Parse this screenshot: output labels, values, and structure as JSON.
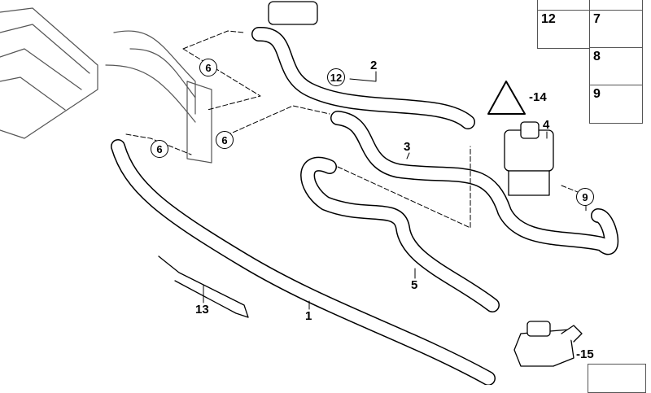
{
  "diagram": {
    "callouts": [
      {
        "id": "label-1",
        "text": "1"
      },
      {
        "id": "label-2",
        "text": "2"
      },
      {
        "id": "label-3",
        "text": "3"
      },
      {
        "id": "label-4",
        "text": "4"
      },
      {
        "id": "label-5",
        "text": "5"
      },
      {
        "id": "label-13",
        "text": "13"
      },
      {
        "id": "label-14",
        "text": "-14"
      },
      {
        "id": "label-15",
        "text": "-15"
      }
    ],
    "circled": {
      "c12": "12",
      "c6a": "6",
      "c6b": "6",
      "c6c": "6",
      "c9": "9"
    },
    "parts_table": [
      {
        "number": "12"
      },
      {
        "number": "7"
      },
      {
        "number": "8"
      },
      {
        "number": "9"
      }
    ]
  }
}
